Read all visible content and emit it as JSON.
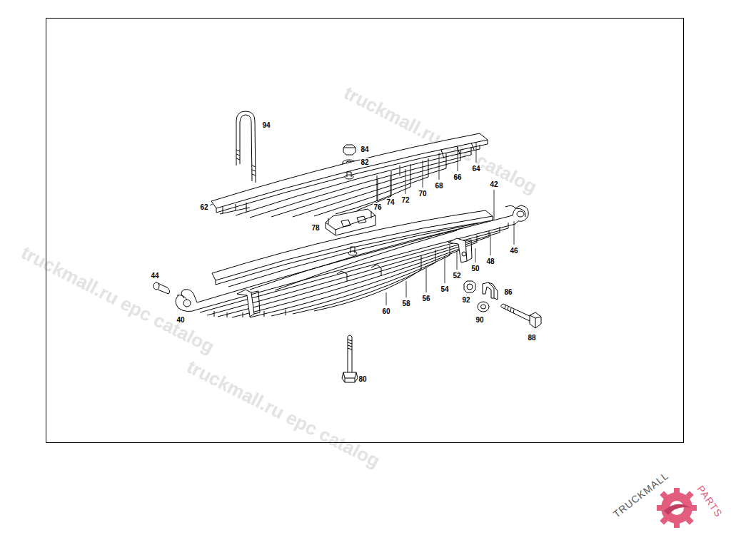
{
  "diagram": {
    "labels": [
      "94",
      "84",
      "82",
      "64",
      "66",
      "68",
      "70",
      "72",
      "74",
      "76",
      "62",
      "42",
      "78",
      "46",
      "48",
      "50",
      "52",
      "54",
      "56",
      "58",
      "60",
      "44",
      "40",
      "92",
      "86",
      "90",
      "88",
      "80",
      "truckmall.ru epc catalog",
      "truckmall.ru epc catalog",
      "truckmall.ru epc catalog",
      "TRUCKMALL",
      "PARTS"
    ]
  }
}
